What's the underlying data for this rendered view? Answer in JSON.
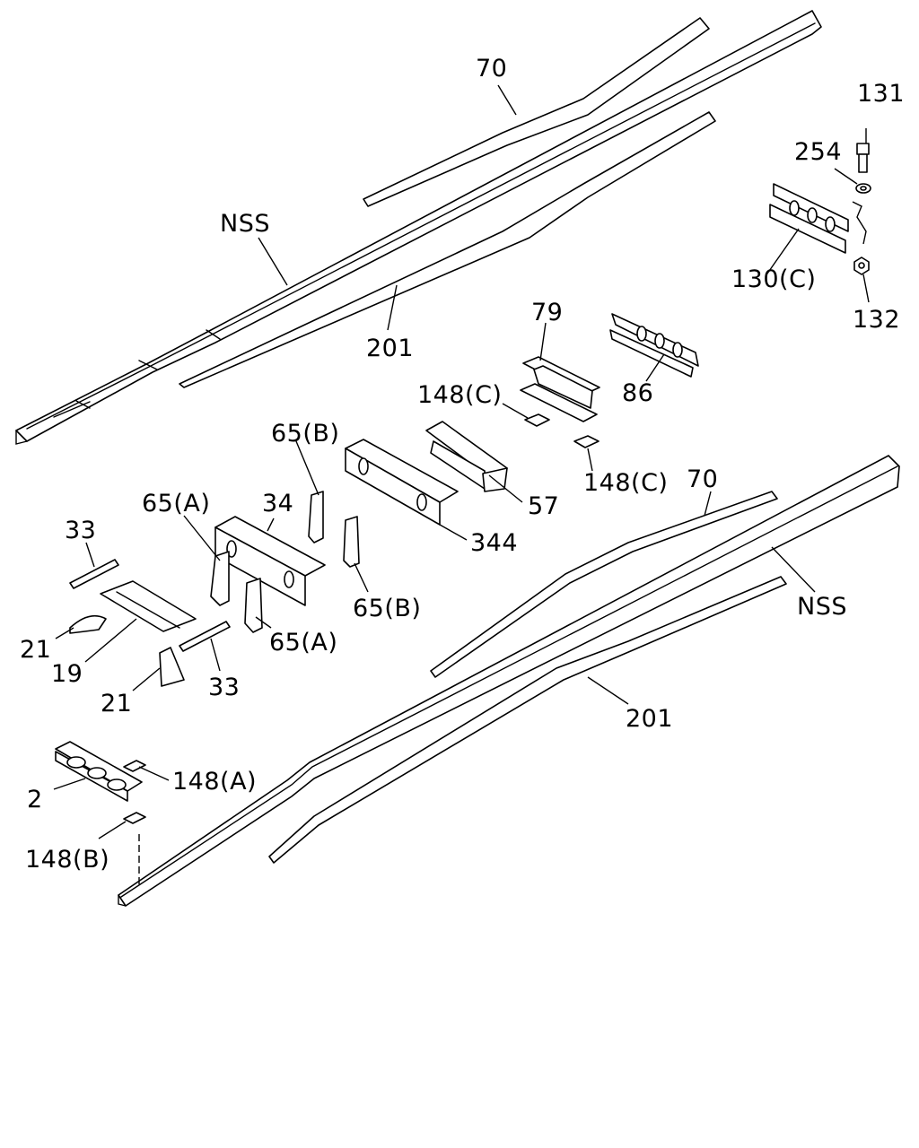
{
  "labels": {
    "p70_top": "70",
    "p131": "131",
    "p254": "254",
    "nss_top": "NSS",
    "p130c": "130(C)",
    "p132": "132",
    "p201_top": "201",
    "p79": "79",
    "p148c_a": "148(C)",
    "p86": "86",
    "p65b_top": "65(B)",
    "p65a_left": "65(A)",
    "p34": "34",
    "p57": "57",
    "p148c_b": "148(C)",
    "p70_right": "70",
    "p33_top": "33",
    "p344": "344",
    "nss_right": "NSS",
    "p65b_mid": "65(B)",
    "p21_a": "21",
    "p19": "19",
    "p65a_mid": "65(A)",
    "p33_bottom": "33",
    "p21_b": "21",
    "p201_right": "201",
    "p148a": "148(A)",
    "p2": "2",
    "p148b": "148(B)"
  }
}
